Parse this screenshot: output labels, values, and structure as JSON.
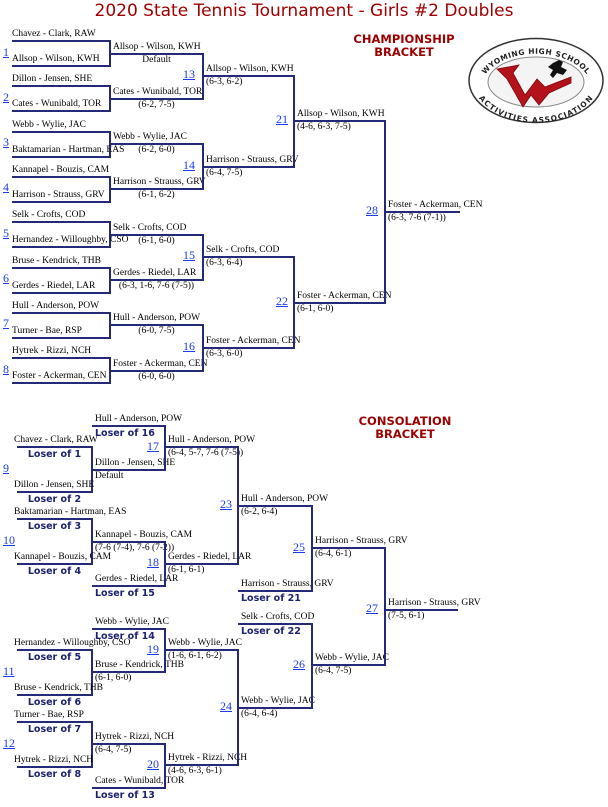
{
  "title": "2020 State Tennis Tournament - Girls #2 Doubles",
  "logo": {
    "top_text": "WYOMING HIGH SCHOOL",
    "bottom_text": "ACTIVITIES ASSOCIATION"
  },
  "colors": {
    "line": "#252a78",
    "title": "#a00000",
    "link": "#1a3cf0"
  },
  "championship": {
    "heading": [
      "CHAMPIONSHIP",
      "BRACKET"
    ],
    "round1": [
      {
        "number": "1",
        "teams": [
          "Chavez - Clark, RAW",
          "Allsop - Wilson, KWH"
        ],
        "winner": "Allsop - Wilson, KWH",
        "score": "Default"
      },
      {
        "number": "2",
        "teams": [
          "Dillon - Jensen, SHE",
          "Cates - Wunibald, TOR"
        ],
        "winner": "Cates - Wunibald, TOR",
        "score": "(6-2, 7-5)"
      },
      {
        "number": "3",
        "teams": [
          "Webb - Wylie, JAC",
          "Baktamarian - Hartman, EAS"
        ],
        "winner": "Webb - Wylie, JAC",
        "score": "(6-2, 6-0)"
      },
      {
        "number": "4",
        "teams": [
          "Kannapel - Bouzis, CAM",
          "Harrison - Strauss, GRV"
        ],
        "winner": "Harrison - Strauss, GRV",
        "score": "(6-1, 6-2)"
      },
      {
        "number": "5",
        "teams": [
          "Selk - Crofts, COD",
          "Hernandez - Willoughby, CSO"
        ],
        "winner": "Selk - Crofts, COD",
        "score": "(6-1, 6-0)"
      },
      {
        "number": "6",
        "teams": [
          "Bruse - Kendrick, THB",
          "Gerdes - Riedel, LAR"
        ],
        "winner": "Gerdes - Riedel, LAR",
        "score": "(6-3, 1-6, 7-6 (7-5))"
      },
      {
        "number": "7",
        "teams": [
          "Hull - Anderson, POW",
          "Turner - Bae, RSP"
        ],
        "winner": "Hull - Anderson, POW",
        "score": "(6-0, 7-5)"
      },
      {
        "number": "8",
        "teams": [
          "Hytrek - Rizzi, NCH",
          "Foster - Ackerman, CEN"
        ],
        "winner": "Foster - Ackerman, CEN",
        "score": "(6-0, 6-0)"
      }
    ],
    "round2": [
      {
        "number": "13",
        "winner": "Allsop - Wilson, KWH",
        "score": "(6-3, 6-2)"
      },
      {
        "number": "14",
        "winner": "Harrison - Strauss, GRV",
        "score": "(6-4, 7-5)"
      },
      {
        "number": "15",
        "winner": "Selk - Crofts, COD",
        "score": "(6-3, 6-4)"
      },
      {
        "number": "16",
        "winner": "Foster - Ackerman, CEN",
        "score": "(6-3, 6-0)"
      }
    ],
    "semifinals": [
      {
        "number": "21",
        "winner": "Allsop - Wilson, KWH",
        "score": "(4-6, 6-3, 7-5)"
      },
      {
        "number": "22",
        "winner": "Foster - Ackerman, CEN",
        "score": "(6-1, 6-0)"
      }
    ],
    "final": {
      "number": "28",
      "winner": "Foster - Ackerman, CEN",
      "score": "(6-3, 7-6 (7-1))"
    }
  },
  "consolation": {
    "heading": [
      "CONSOLATION",
      "BRACKET"
    ],
    "round1": [
      {
        "number": "9",
        "teams": [
          {
            "name": "Chavez - Clark, RAW",
            "from": "Loser of 1"
          },
          {
            "name": "Dillon - Jensen, SHE",
            "from": "Loser of 2"
          }
        ],
        "winner": "Dillon - Jensen, SHE",
        "score": "Default"
      },
      {
        "number": "10",
        "teams": [
          {
            "name": "Baktamarian - Hartman, EAS",
            "from": "Loser of 3"
          },
          {
            "name": "Kannapel - Bouzis, CAM",
            "from": "Loser of 4"
          }
        ],
        "winner": "Kannapel - Bouzis, CAM",
        "score": "(7-6 (7-4), 7-6 (7-2))"
      },
      {
        "number": "11",
        "teams": [
          {
            "name": "Hernandez - Willoughby, CSO",
            "from": "Loser of 5"
          },
          {
            "name": "Bruse - Kendrick, THB",
            "from": "Loser of 6"
          }
        ],
        "winner": "Bruse - Kendrick, THB",
        "score": "(6-1, 6-0)"
      },
      {
        "number": "12",
        "teams": [
          {
            "name": "Turner - Bae, RSP",
            "from": "Loser of 7"
          },
          {
            "name": "Hytrek - Rizzi, NCH",
            "from": "Loser of 8"
          }
        ],
        "winner": "Hytrek - Rizzi, NCH",
        "score": "(6-4, 7-5)"
      }
    ],
    "round2": [
      {
        "number": "17",
        "incoming": {
          "name": "Hull - Anderson, POW",
          "from": "Loser of 16"
        },
        "winner": "Hull - Anderson, POW",
        "score": "(6-4, 5-7, 7-6 (7-5))"
      },
      {
        "number": "18",
        "incoming": {
          "name": "Gerdes - Riedel, LAR",
          "from": "Loser of 15"
        },
        "winner": "Gerdes - Riedel, LAR",
        "score": "(6-1, 6-1)"
      },
      {
        "number": "19",
        "incoming": {
          "name": "Webb - Wylie, JAC",
          "from": "Loser of 14"
        },
        "winner": "Webb - Wylie, JAC",
        "score": "(1-6, 6-1, 6-2)"
      },
      {
        "number": "20",
        "incoming": {
          "name": "Cates - Wunibald, TOR",
          "from": "Loser of 13"
        },
        "winner": "Hytrek - Rizzi, NCH",
        "score": "(4-6, 6-3, 6-1)"
      }
    ],
    "round3": [
      {
        "number": "23",
        "winner": "Hull - Anderson, POW",
        "score": "(6-2, 6-4)"
      },
      {
        "number": "24",
        "winner": "Webb - Wylie, JAC",
        "score": "(6-4, 6-4)"
      }
    ],
    "round4": [
      {
        "number": "25",
        "incoming": {
          "name": "Harrison - Strauss, GRV",
          "from": "Loser of 21"
        },
        "winner": "Harrison - Strauss, GRV",
        "score": "(6-4, 6-1)"
      },
      {
        "number": "26",
        "incoming": {
          "name": "Selk - Crofts, COD",
          "from": "Loser of 22"
        },
        "winner": "Webb - Wylie, JAC",
        "score": "(6-4, 7-5)"
      }
    ],
    "final": {
      "number": "27",
      "winner": "Harrison - Strauss, GRV",
      "score": "(7-5, 6-1)"
    }
  }
}
